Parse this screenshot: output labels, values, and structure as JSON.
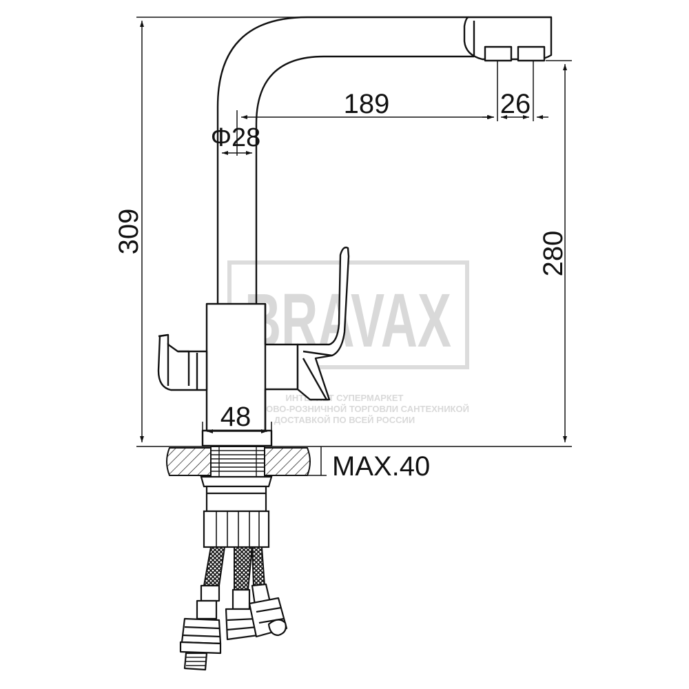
{
  "drawing": {
    "dimensions": {
      "height_total": "309",
      "spout_height": "280",
      "spout_reach": "189",
      "outlet_spacing": "26",
      "pipe_diameter": "Φ28",
      "base_width": "48",
      "max_counter_thickness": "MAX.40"
    },
    "watermark": {
      "brand": "BRAVAX",
      "line1": "ИНТЕРНЕТ СУПЕРМАРКЕТ",
      "line2": "ОПТОВО-РОЗНИЧНОЙ ТОРГОВЛИ САНТЕХНИКОЙ",
      "line3": "ДОСТАВКОЙ ПО ВСЕЙ РОССИИ"
    }
  }
}
